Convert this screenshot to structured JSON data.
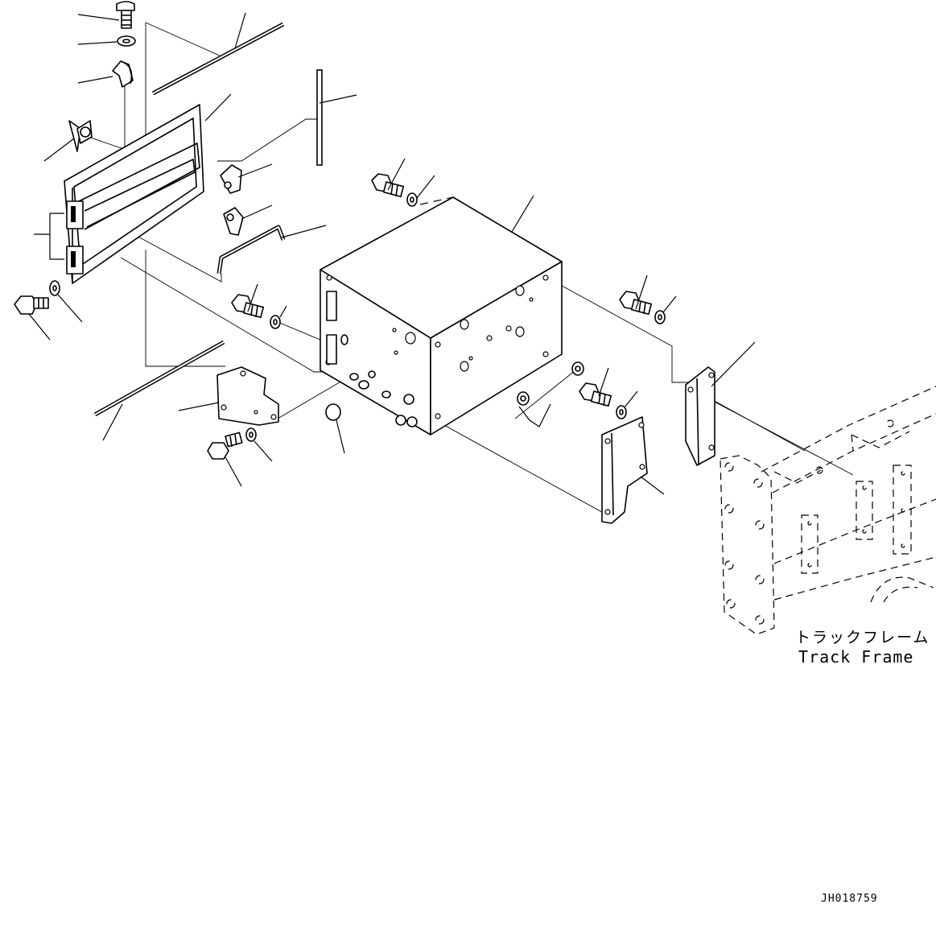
{
  "labels": {
    "track_frame_jp": "トラックフレーム",
    "track_frame_en": "Track Frame",
    "drawing_code": "JH018759"
  }
}
